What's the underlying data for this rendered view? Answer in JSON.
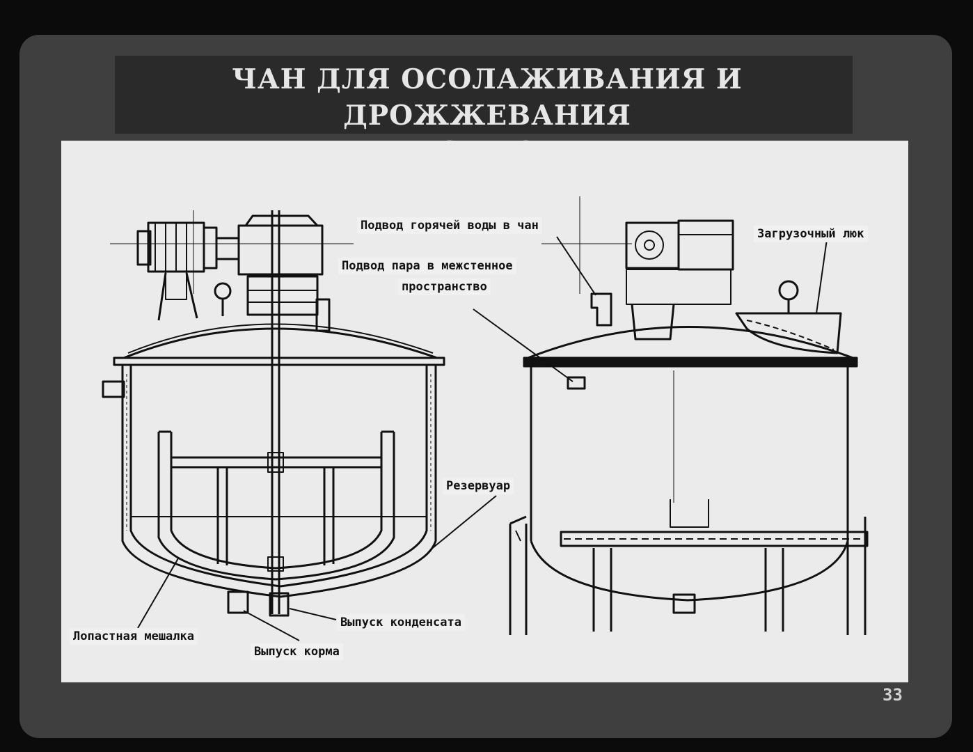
{
  "slide": {
    "title_line1": "ЧАН ДЛЯ ОСОЛАЖИВАНИЯ И ДРОЖЖЕВАНИЯ",
    "title_line2": "КОРМОВ",
    "page_number": "33"
  },
  "labels": {
    "hot_water": "Подвод горячей воды в чан",
    "loading_hatch": "Загрузочный люк",
    "steam_line1": "Подвод пара в межстенное",
    "steam_line2": "пространство",
    "reservoir": "Резервуар",
    "condensate": "Выпуск конденсата",
    "paddle_mixer": "Лопастная мешалка",
    "feed_outlet": "Выпуск корма"
  },
  "colors": {
    "frame": "#3f3f3f",
    "panel": "#ebebeb",
    "ink": "#111111"
  }
}
